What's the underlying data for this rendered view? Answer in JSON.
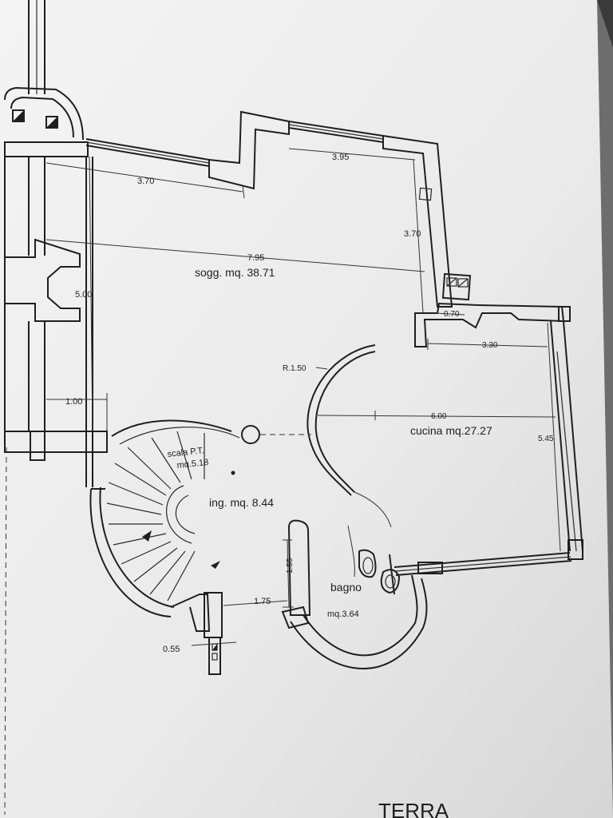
{
  "plan": {
    "dims": {
      "d1": "3.70",
      "d2": "3.95",
      "d3": "3.70",
      "d4": "7.95",
      "d5": "5.00",
      "d6": "0.70",
      "d7": "3.30",
      "d8": "R.1.50",
      "d9": "1.00",
      "d10": "6.00",
      "d11": "5.45",
      "d12": "1.55",
      "d13": "1.75",
      "d14": "0.55"
    },
    "rooms": {
      "soggiorno": "sogg. mq. 38.71",
      "cucina": "cucina mq.27.27",
      "scala_line1": "scala P.T.",
      "scala_line2": "mq.5.18",
      "ingresso": "ing. mq. 8.44",
      "bagno_line1": "bagno",
      "bagno_line2": "mq.3.64"
    },
    "footer_title": "TERRA"
  },
  "colors": {
    "paper": "#ececec",
    "ink": "#1f1f1f",
    "background": "#6d6d6d"
  }
}
